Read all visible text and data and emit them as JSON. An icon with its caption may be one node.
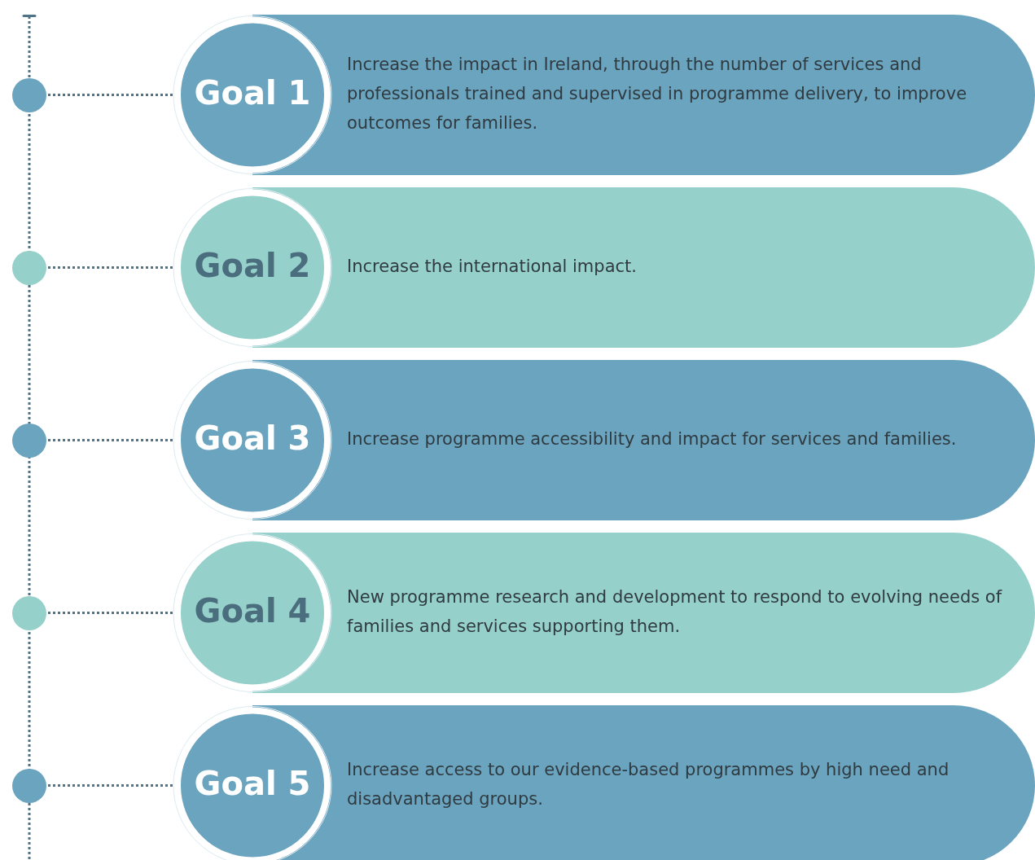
{
  "diagram": {
    "nodes": [
      {
        "text": [],
        "shape": "circle"
      },
      {
        "text": [
          "Goal 1",
          "Increase the impact in Ireland, through the number of services and professionals trained and supervised in programme delivery, to improve outcomes for families."
        ]
      },
      {
        "text": [],
        "shape": "circle"
      },
      {
        "text": [
          "Goal 2",
          "Increase the international impact."
        ]
      },
      {
        "text": [],
        "shape": "circle"
      },
      {
        "text": [
          "Goal 3",
          "Increase programme accessibility and impact for services and families."
        ]
      },
      {
        "text": [],
        "shape": "circle"
      },
      {
        "text": [
          "Goal 4",
          "New programme research and development to respond to evolving needs of families and services supporting them."
        ]
      },
      {
        "text": [],
        "shape": "circle"
      },
      {
        "text": [
          "Goal 5",
          "Increase access to our evidence-based programmes by high need and disadvantaged groups."
        ]
      }
    ],
    "edges": [
      {
        "from": 0,
        "to": 1,
        "arrow": "none",
        "style": "dashed"
      },
      {
        "from": 2,
        "to": 3,
        "arrow": "none",
        "style": "dashed"
      },
      {
        "from": 4,
        "to": 5,
        "arrow": "none",
        "style": "dashed"
      },
      {
        "from": 6,
        "to": 7,
        "arrow": "none",
        "style": "dashed"
      },
      {
        "from": 8,
        "to": 9,
        "arrow": "none",
        "style": "dashed"
      }
    ]
  }
}
